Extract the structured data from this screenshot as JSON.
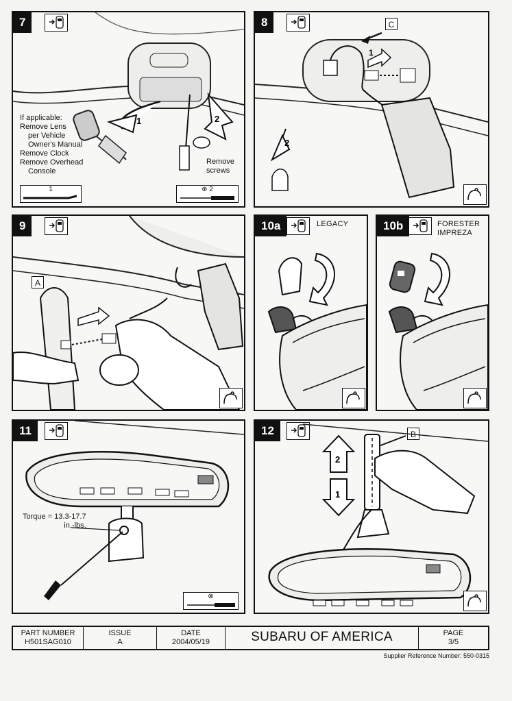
{
  "steps": {
    "s7": {
      "number": "7",
      "arrow_1": "1",
      "arrow_2": "2",
      "instructions": [
        "If applicable:",
        "Remove Lens",
        "per Vehicle",
        "Owner's Manual",
        "Remove Clock",
        "Remove Overhead",
        "Console"
      ],
      "screw_note": [
        "Remove",
        "screws"
      ],
      "tool_1_label": "1",
      "tool_2_label": "2",
      "tool_2_symbol": "⊕"
    },
    "s8": {
      "number": "8",
      "tag": "C",
      "arrow_1": "1",
      "arrow_2": "2"
    },
    "s9": {
      "number": "9",
      "tag": "A"
    },
    "s10a": {
      "number": "10a",
      "title": "LEGACY"
    },
    "s10b": {
      "number": "10b",
      "title_lines": [
        "FORESTER",
        "IMPREZA"
      ]
    },
    "s11": {
      "number": "11",
      "torque_lines": [
        "Torque = 13.3-17.7",
        "in.-lbs."
      ],
      "tool_symbol": "⊗"
    },
    "s12": {
      "number": "12",
      "tag": "B",
      "arrow_1": "1",
      "arrow_2": "2"
    }
  },
  "footer": {
    "part_number_label": "PART NUMBER",
    "part_number": "H501SAG010",
    "issue_label": "ISSUE",
    "issue": "A",
    "date_label": "DATE",
    "date": "2004/05/19",
    "company": "SUBARU OF AMERICA",
    "page_label": "PAGE",
    "page": "3/5"
  },
  "supplier_reference": "Supplier Reference Number: 550-0315"
}
